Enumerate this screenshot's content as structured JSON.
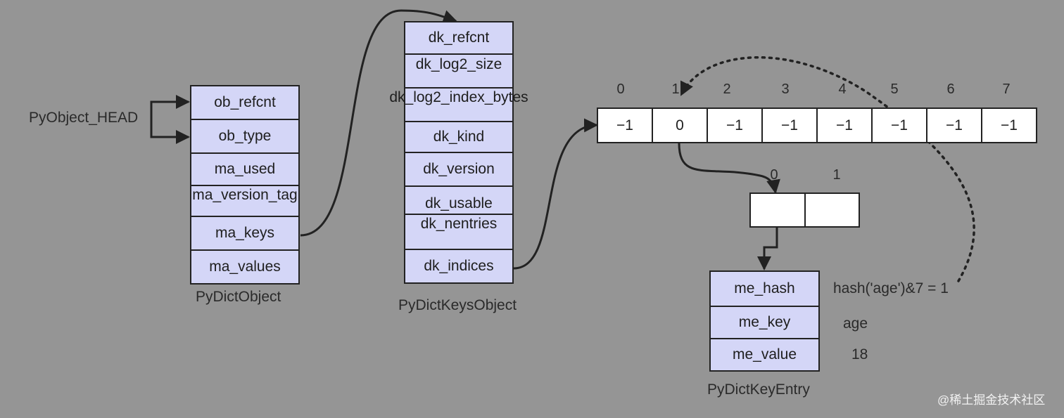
{
  "head_label": "PyObject_HEAD",
  "dict_object": {
    "title": "PyDictObject",
    "fields": [
      "ob_refcnt",
      "ob_type",
      "ma_used",
      "ma_version_tag",
      "ma_keys",
      "ma_values"
    ]
  },
  "keys_object": {
    "title": "PyDictKeysObject",
    "fields": [
      "dk_refcnt",
      "dk_log2_size",
      "dk_log2_index_bytes",
      "dk_kind",
      "dk_version",
      "dk_usable",
      "dk_nentries",
      "dk_indices"
    ]
  },
  "indices": {
    "labels": [
      "0",
      "1",
      "2",
      "3",
      "4",
      "5",
      "6",
      "7"
    ],
    "values": [
      "−1",
      "0",
      "−1",
      "−1",
      "−1",
      "−1",
      "−1",
      "−1"
    ]
  },
  "entries": {
    "labels": [
      "0",
      "1"
    ]
  },
  "entry": {
    "title": "PyDictKeyEntry",
    "fields": [
      "me_hash",
      "me_key",
      "me_value"
    ],
    "annotations": [
      "hash('age')&7 = 1",
      "age",
      "18"
    ]
  },
  "watermark": "@稀土掘金技术社区",
  "colors": {
    "background": "#959595",
    "field_fill": "#d4d6f7",
    "cell_fill": "#ffffff",
    "line": "#222222"
  }
}
